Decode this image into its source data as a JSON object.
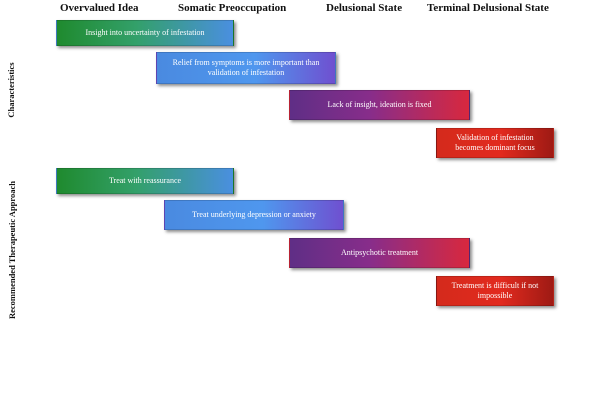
{
  "stages": [
    "Overvalued Idea",
    "Somatic Preoccupation",
    "Delusional State",
    "Terminal Delusional State"
  ],
  "rows": [
    "Characteristics",
    "Recommended Therapeutic Approach"
  ],
  "characteristics": [
    "Insight into uncertainty of infestation",
    "Relief from symptoms is more important than validation of infestation",
    "Lack of insight, ideation is fixed",
    "Validation of infestation becomes dominant focus"
  ],
  "approach": [
    "Treat with reassurance",
    "Treat underlying depression or anxiety",
    "Antipsychotic treatment",
    "Treatment is difficult if not impossible"
  ]
}
